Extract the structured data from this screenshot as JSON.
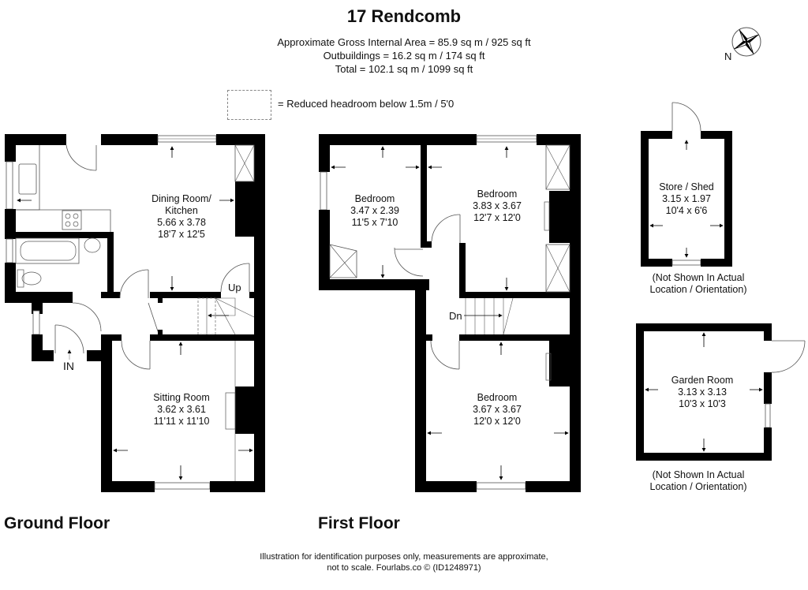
{
  "header": {
    "title": "17 Rendcomb",
    "gross_internal_area": "Approximate Gross Internal Area = 85.9 sq m / 925 sq ft",
    "outbuildings": "Outbuildings  = 16.2 sq m / 174 sq ft",
    "total": "Total = 102.1 sq m / 1099 sq ft"
  },
  "compass": {
    "label": "N",
    "icon": "compass-rose-icon"
  },
  "legend": {
    "text": "= Reduced headroom below 1.5m / 5'0"
  },
  "ground_floor": {
    "label": "Ground Floor",
    "rooms": [
      {
        "name_line1": "Dining Room/",
        "name_line2": "Kitchen",
        "metric": "5.66 x 3.78",
        "imperial": "18'7 x 12'5"
      },
      {
        "name_line1": "Sitting Room",
        "metric": "3.62 x 3.61",
        "imperial": "11'11 x 11'10"
      }
    ],
    "stairs_label": "Up",
    "entrance_label": "IN"
  },
  "first_floor": {
    "label": "First Floor",
    "rooms": [
      {
        "name_line1": "Bedroom",
        "metric": "3.47 x 2.39",
        "imperial": "11'5 x 7'10"
      },
      {
        "name_line1": "Bedroom",
        "metric": "3.83 x 3.67",
        "imperial": "12'7 x 12'0"
      },
      {
        "name_line1": "Bedroom",
        "metric": "3.67 x 3.67",
        "imperial": "12'0 x 12'0"
      }
    ],
    "stairs_label": "Dn"
  },
  "outbuildings": [
    {
      "name_line1": "Store / Shed",
      "metric": "3.15 x 1.97",
      "imperial": "10'4 x 6'6",
      "note_line1": "(Not Shown In Actual",
      "note_line2": "Location / Orientation)"
    },
    {
      "name_line1": "Garden Room",
      "metric": "3.13 x 3.13",
      "imperial": "10'3 x 10'3",
      "note_line1": "(Not Shown In Actual",
      "note_line2": "Location / Orientation)"
    }
  ],
  "footer": {
    "line1": "Illustration for identification purposes only, measurements are approximate,",
    "line2": "not to scale. Fourlabs.co © (ID1248971)"
  },
  "colors": {
    "wall": "#000000",
    "line": "#555555",
    "background": "#ffffff"
  }
}
